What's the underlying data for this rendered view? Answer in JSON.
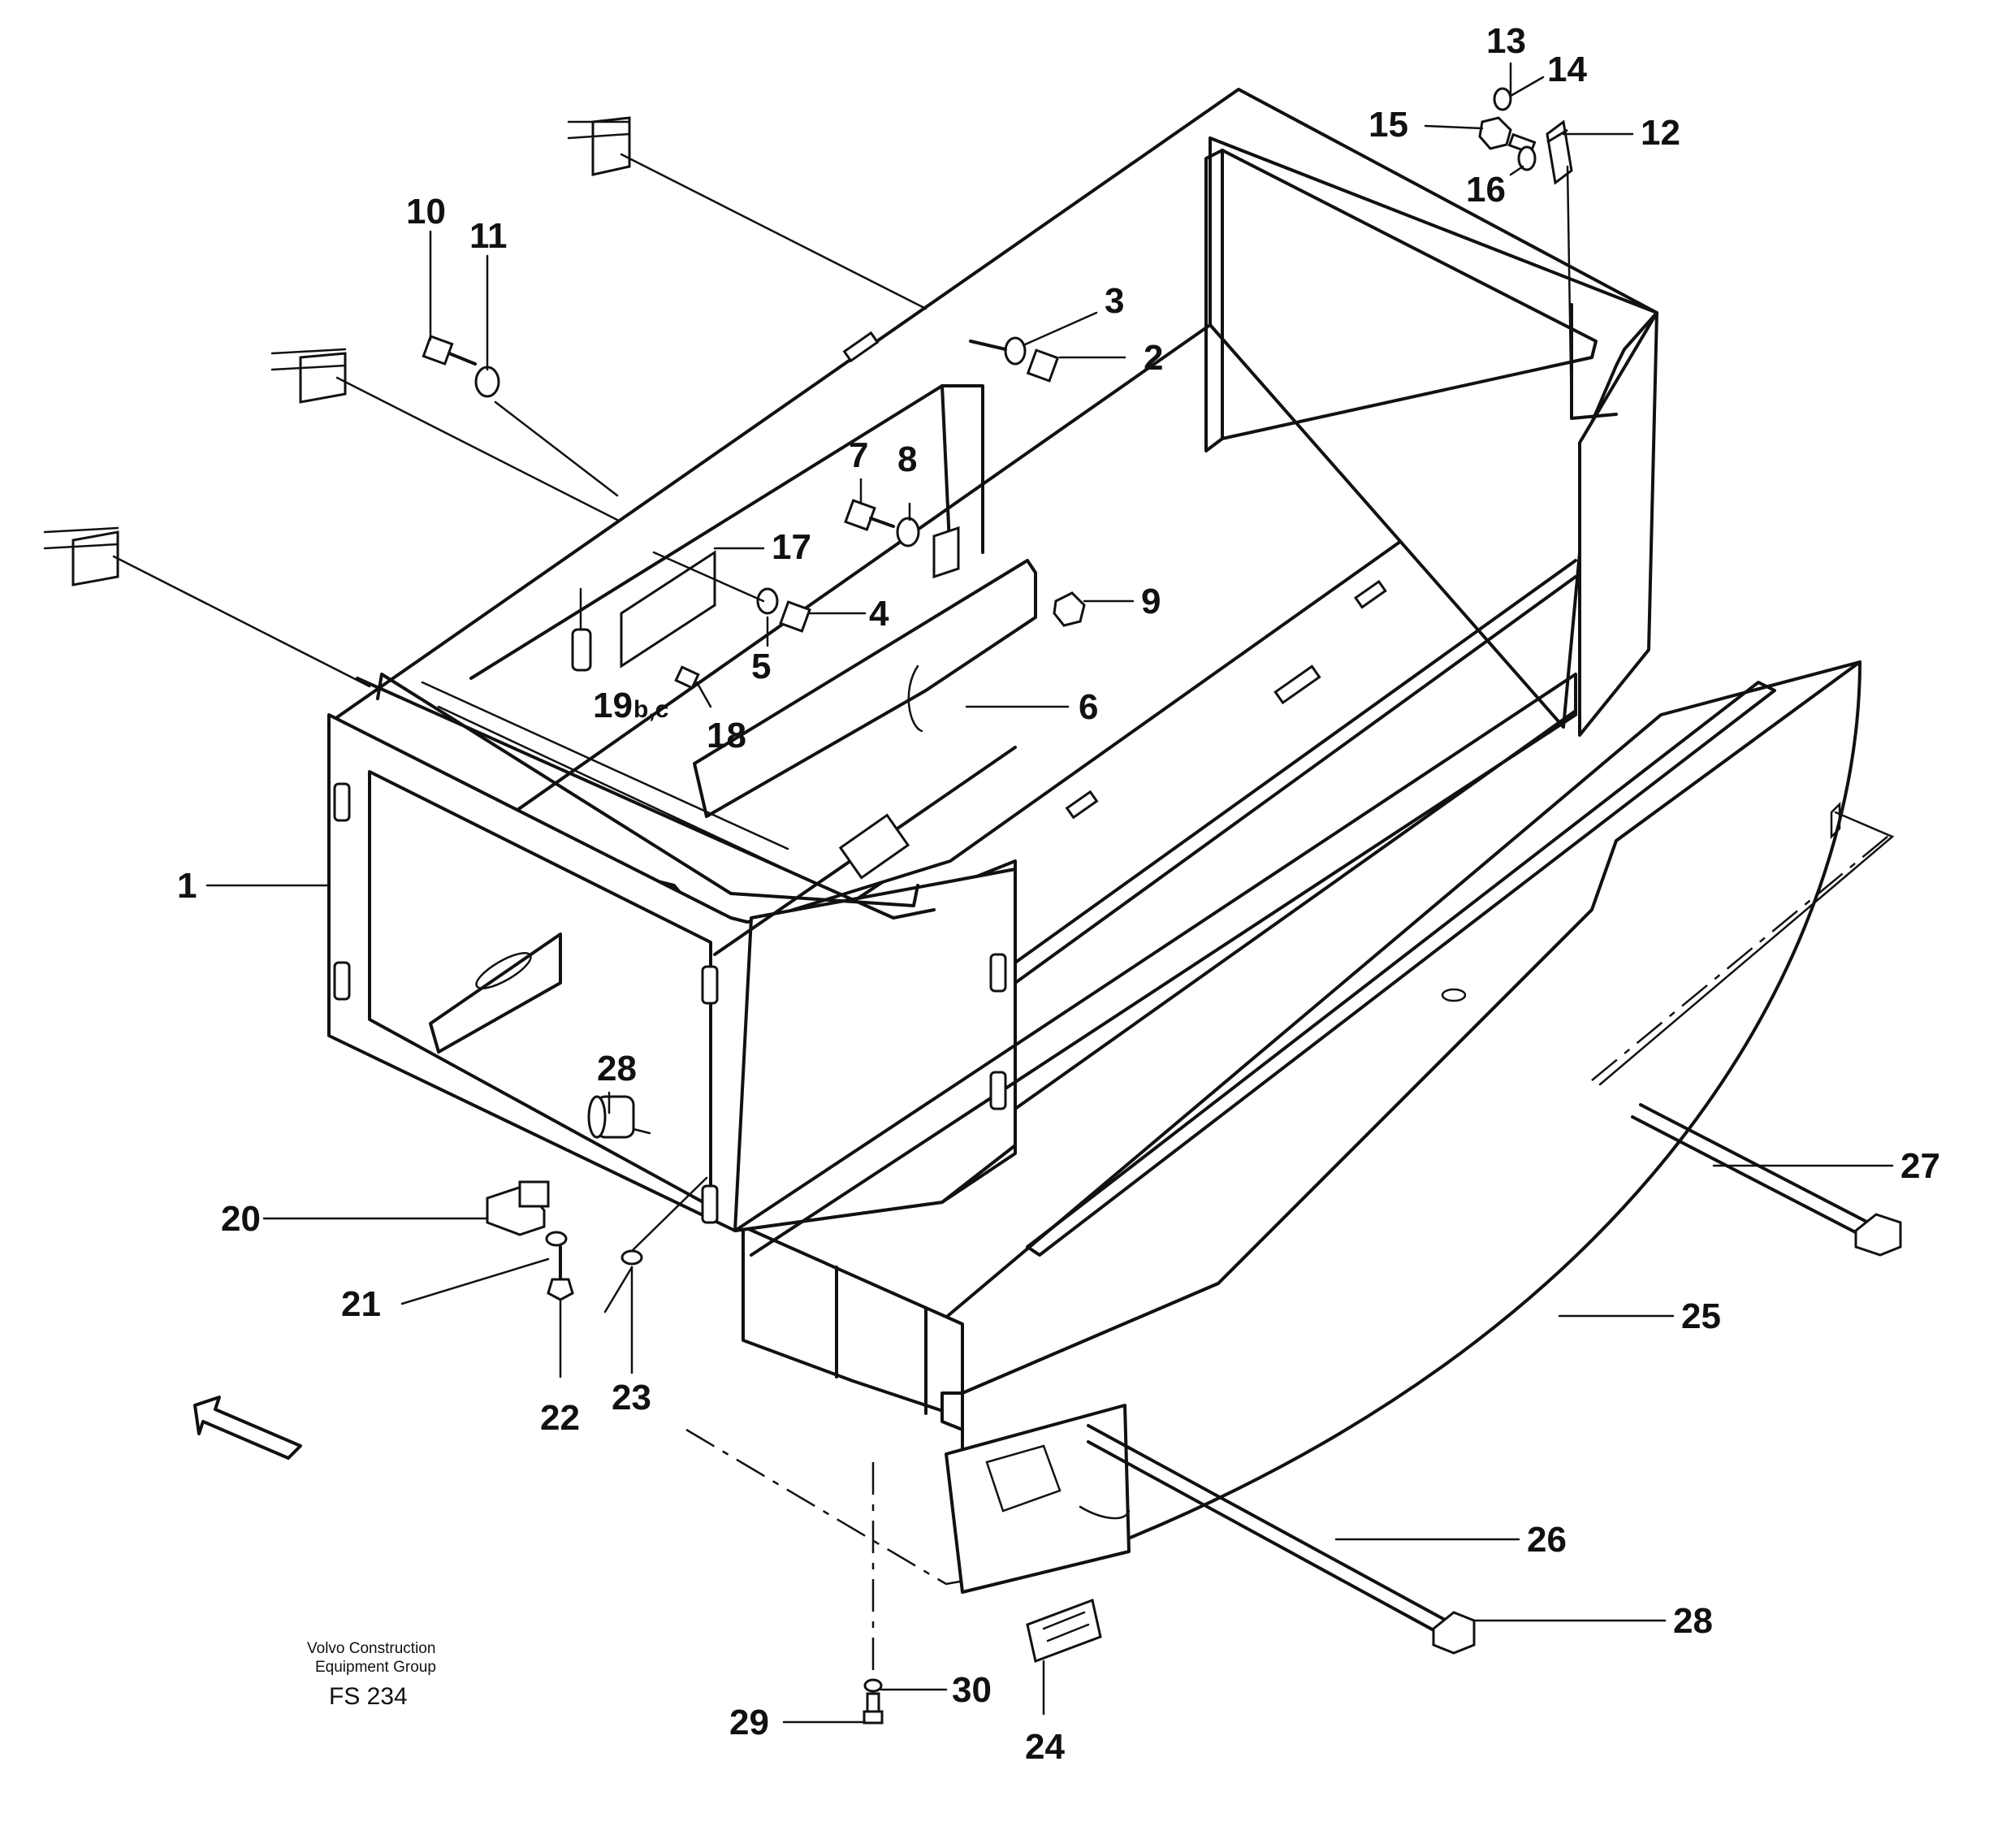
{
  "figure": {
    "publisher_line1": "Volvo Construction",
    "publisher_line2": "Equipment Group",
    "code": "FS 234"
  },
  "callouts": {
    "c1": "1",
    "c2": "2",
    "c3": "3",
    "c4": "4",
    "c5": "5",
    "c6": "6",
    "c7": "7",
    "c8": "8",
    "c9": "9",
    "c10": "10",
    "c11": "11",
    "c12": "12",
    "c13": "13",
    "c14": "14",
    "c15": "15",
    "c16": "16",
    "c17": "17",
    "c18": "18",
    "c19": "19",
    "c19_suffix": "b,c",
    "c20": "20",
    "c21": "21",
    "c22": "22",
    "c23": "23",
    "c24": "24",
    "c25": "25",
    "c26": "26",
    "c27": "27",
    "c28a": "28",
    "c28b": "28",
    "c29": "29",
    "c30": "30"
  }
}
